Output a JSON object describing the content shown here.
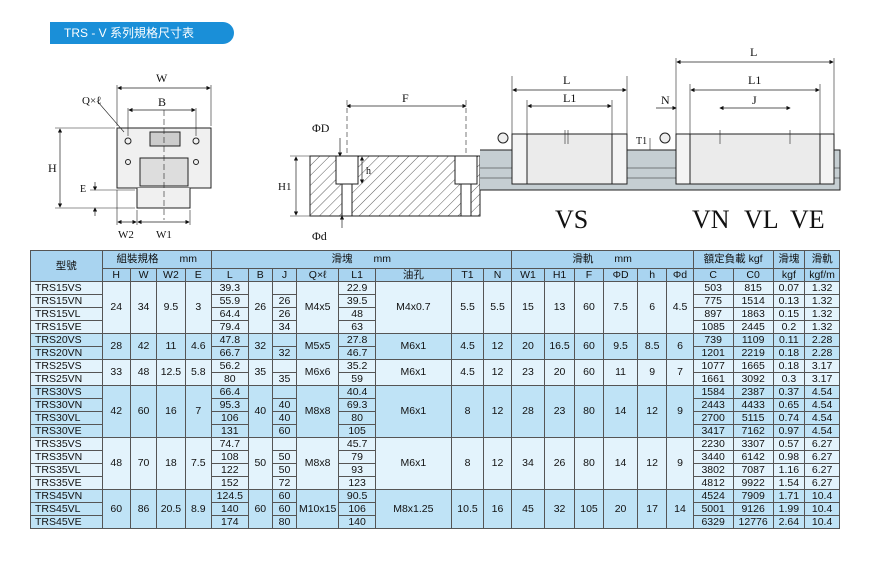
{
  "title": "TRS - V 系列規格尺寸表",
  "drawing_labels": {
    "W": "W",
    "B": "B",
    "QxL": "Q×ℓ",
    "H": "H",
    "E": "E",
    "W2": "W2",
    "W1": "W1",
    "F": "F",
    "phiD": "ΦD",
    "h": "h",
    "H1": "H1",
    "phid": "Φd",
    "L": "L",
    "L1": "L1",
    "N": "N",
    "J": "J",
    "T1": "T1",
    "VS": "VS",
    "VN": "VN",
    "VL": "VL",
    "VE": "VE"
  },
  "table": {
    "h_model": "型號",
    "h_assembly": "組裝規格　　mm",
    "h_block": "滑塊　　mm",
    "h_rail": "滑軌　　mm",
    "h_load": "額定負載 kgf",
    "h_block_w": "滑塊",
    "h_rail_w": "滑軌",
    "u_kgf": "kgf",
    "u_kgfm": "kgf/m",
    "sub": [
      "H",
      "W",
      "W2",
      "E",
      "L",
      "B",
      "J",
      "Q×ℓ",
      "L1",
      "油孔",
      "T1",
      "N",
      "W1",
      "H1",
      "F",
      "ΦD",
      "h",
      "Φd",
      "C",
      "C0"
    ],
    "groups": [
      {
        "H": "24",
        "W": "34",
        "W2": "9.5",
        "E": "3",
        "B": "26",
        "Q": "M4x5",
        "oil": "M4x0.7",
        "T1": "5.5",
        "N": "5.5",
        "W1": "15",
        "H1": "13",
        "F": "60",
        "D": "7.5",
        "h": "6",
        "d": "4.5",
        "rows": [
          {
            "model": "TRS15VS",
            "L": "39.3",
            "J": "",
            "L1": "22.9",
            "C": "503",
            "C0": "815",
            "blk": "0.07",
            "rail": "1.32"
          },
          {
            "model": "TRS15VN",
            "L": "55.9",
            "J": "26",
            "L1": "39.5",
            "C": "775",
            "C0": "1514",
            "blk": "0.13",
            "rail": "1.32"
          },
          {
            "model": "TRS15VL",
            "L": "64.4",
            "J": "26",
            "L1": "48",
            "C": "897",
            "C0": "1863",
            "blk": "0.15",
            "rail": "1.32"
          },
          {
            "model": "TRS15VE",
            "L": "79.4",
            "J": "34",
            "L1": "63",
            "C": "1085",
            "C0": "2445",
            "blk": "0.2",
            "rail": "1.32"
          }
        ]
      },
      {
        "H": "28",
        "W": "42",
        "W2": "11",
        "E": "4.6",
        "B": "32",
        "Q": "M5x5",
        "oil": "M6x1",
        "T1": "4.5",
        "N": "12",
        "W1": "20",
        "H1": "16.5",
        "F": "60",
        "D": "9.5",
        "h": "8.5",
        "d": "6",
        "rows": [
          {
            "model": "TRS20VS",
            "L": "47.8",
            "J": "",
            "L1": "27.8",
            "C": "739",
            "C0": "1109",
            "blk": "0.11",
            "rail": "2.28"
          },
          {
            "model": "TRS20VN",
            "L": "66.7",
            "J": "32",
            "L1": "46.7",
            "C": "1201",
            "C0": "2219",
            "blk": "0.18",
            "rail": "2.28"
          }
        ]
      },
      {
        "H": "33",
        "W": "48",
        "W2": "12.5",
        "E": "5.8",
        "B": "35",
        "Q": "M6x6",
        "oil": "M6x1",
        "T1": "4.5",
        "N": "12",
        "W1": "23",
        "H1": "20",
        "F": "60",
        "D": "11",
        "h": "9",
        "d": "7",
        "rows": [
          {
            "model": "TRS25VS",
            "L": "56.2",
            "J": "",
            "L1": "35.2",
            "C": "1077",
            "C0": "1665",
            "blk": "0.18",
            "rail": "3.17"
          },
          {
            "model": "TRS25VN",
            "L": "80",
            "J": "35",
            "L1": "59",
            "C": "1661",
            "C0": "3092",
            "blk": "0.3",
            "rail": "3.17"
          }
        ]
      },
      {
        "H": "42",
        "W": "60",
        "W2": "16",
        "E": "7",
        "B": "40",
        "Q": "M8x8",
        "oil": "M6x1",
        "T1": "8",
        "N": "12",
        "W1": "28",
        "H1": "23",
        "F": "80",
        "D": "14",
        "h": "12",
        "d": "9",
        "rows": [
          {
            "model": "TRS30VS",
            "L": "66.4",
            "J": "",
            "L1": "40.4",
            "C": "1584",
            "C0": "2387",
            "blk": "0.37",
            "rail": "4.54"
          },
          {
            "model": "TRS30VN",
            "L": "95.3",
            "J": "40",
            "L1": "69.3",
            "C": "2443",
            "C0": "4433",
            "blk": "0.65",
            "rail": "4.54"
          },
          {
            "model": "TRS30VL",
            "L": "106",
            "J": "40",
            "L1": "80",
            "C": "2700",
            "C0": "5115",
            "blk": "0.74",
            "rail": "4.54"
          },
          {
            "model": "TRS30VE",
            "L": "131",
            "J": "60",
            "L1": "105",
            "C": "3417",
            "C0": "7162",
            "blk": "0.97",
            "rail": "4.54"
          }
        ]
      },
      {
        "H": "48",
        "W": "70",
        "W2": "18",
        "E": "7.5",
        "B": "50",
        "Q": "M8x8",
        "oil": "M6x1",
        "T1": "8",
        "N": "12",
        "W1": "34",
        "H1": "26",
        "F": "80",
        "D": "14",
        "h": "12",
        "d": "9",
        "rows": [
          {
            "model": "TRS35VS",
            "L": "74.7",
            "J": "",
            "L1": "45.7",
            "C": "2230",
            "C0": "3307",
            "blk": "0.57",
            "rail": "6.27"
          },
          {
            "model": "TRS35VN",
            "L": "108",
            "J": "50",
            "L1": "79",
            "C": "3440",
            "C0": "6142",
            "blk": "0.98",
            "rail": "6.27"
          },
          {
            "model": "TRS35VL",
            "L": "122",
            "J": "50",
            "L1": "93",
            "C": "3802",
            "C0": "7087",
            "blk": "1.16",
            "rail": "6.27"
          },
          {
            "model": "TRS35VE",
            "L": "152",
            "J": "72",
            "L1": "123",
            "C": "4812",
            "C0": "9922",
            "blk": "1.54",
            "rail": "6.27"
          }
        ]
      },
      {
        "H": "60",
        "W": "86",
        "W2": "20.5",
        "E": "8.9",
        "B": "60",
        "Q": "M10x15",
        "oil": "M8x1.25",
        "T1": "10.5",
        "N": "16",
        "W1": "45",
        "H1": "32",
        "F": "105",
        "D": "20",
        "h": "17",
        "d": "14",
        "rows": [
          {
            "model": "TRS45VN",
            "L": "124.5",
            "J": "60",
            "L1": "90.5",
            "C": "4524",
            "C0": "7909",
            "blk": "1.71",
            "rail": "10.4"
          },
          {
            "model": "TRS45VL",
            "L": "140",
            "J": "60",
            "L1": "106",
            "C": "5001",
            "C0": "9126",
            "blk": "1.99",
            "rail": "10.4"
          },
          {
            "model": "TRS45VE",
            "L": "174",
            "J": "80",
            "L1": "140",
            "C": "6329",
            "C0": "12776",
            "blk": "2.64",
            "rail": "10.4"
          }
        ]
      }
    ]
  }
}
